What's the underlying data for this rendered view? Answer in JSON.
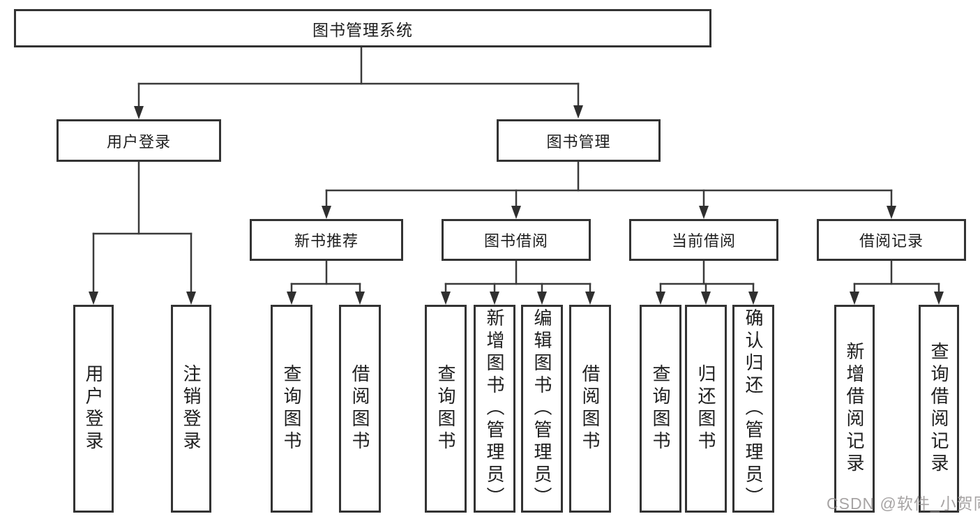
{
  "diagram": {
    "root": {
      "label": "图书管理系统"
    },
    "level1": [
      {
        "label": "用户登录"
      },
      {
        "label": "图书管理"
      }
    ],
    "level2": [
      {
        "label": "新书推荐"
      },
      {
        "label": "图书借阅"
      },
      {
        "label": "当前借阅"
      },
      {
        "label": "借阅记录"
      }
    ],
    "leaves": {
      "user_login": [
        {
          "label": "用户登录"
        },
        {
          "label": "注销登录"
        }
      ],
      "new_book_recommend": [
        {
          "label": "查询图书"
        },
        {
          "label": "借阅图书"
        }
      ],
      "book_borrowing": [
        {
          "label": "查询图书"
        },
        {
          "label": "新增图书（管理员）"
        },
        {
          "label": "编辑图书（管理员）"
        },
        {
          "label": "借阅图书"
        }
      ],
      "current_borrowing": [
        {
          "label": "查询图书"
        },
        {
          "label": "归还图书"
        },
        {
          "label": "确认归还（管理员）"
        }
      ],
      "borrowing_records": [
        {
          "label": "新增借阅记录"
        },
        {
          "label": "查询借阅记录"
        }
      ]
    },
    "line_color": "#3a3a3a",
    "arrow_color": "#2f2f2f",
    "border_color": "#333333"
  },
  "watermark": {
    "text": "CSDN @软件_小贺同学"
  }
}
